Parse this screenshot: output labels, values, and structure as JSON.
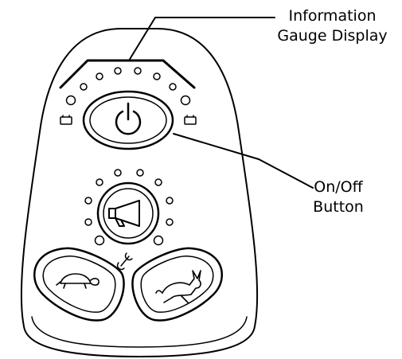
{
  "callouts": {
    "info_gauge": {
      "line1": "Information",
      "line2": "Gauge Display"
    },
    "on_off": {
      "line1": "On/Off",
      "line2": "Button"
    }
  },
  "colors": {
    "stroke": "#000000",
    "fill": "#ffffff"
  },
  "icons": {
    "power": "power-icon",
    "horn": "horn-icon",
    "battery_left": "battery-icon",
    "battery_right": "battery-icon",
    "wrench": "wrench-icon",
    "turtle": "turtle-icon",
    "rabbit": "rabbit-icon"
  }
}
